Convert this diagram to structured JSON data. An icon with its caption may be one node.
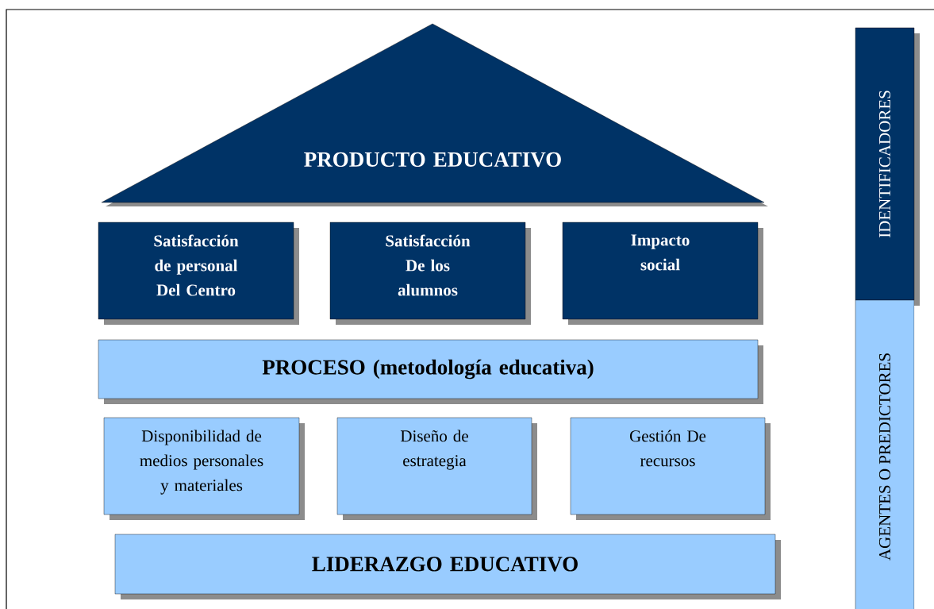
{
  "diagram": {
    "nodes": [
      {
        "text": [
          "PRODUCTO EDUCATIVO"
        ]
      },
      {
        "text": [
          "Satisfacción de personal Del Centro"
        ]
      },
      {
        "text": [
          "Satisfacción De los alumnos"
        ]
      },
      {
        "text": [
          "Impacto social"
        ]
      },
      {
        "text": [
          "PROCESO (metodología educativa)"
        ]
      },
      {
        "text": [
          "Disponibilidad de medios personales y materiales"
        ]
      },
      {
        "text": [
          "Diseño de estrategia"
        ]
      },
      {
        "text": [
          "Gestión De recursos"
        ]
      },
      {
        "text": [
          "LIDERAZGO EDUCATIVO"
        ]
      },
      {
        "text": [
          "IDENTIFICADORES"
        ]
      },
      {
        "text": [
          "AGENTES O PREDICTORES"
        ]
      }
    ]
  }
}
